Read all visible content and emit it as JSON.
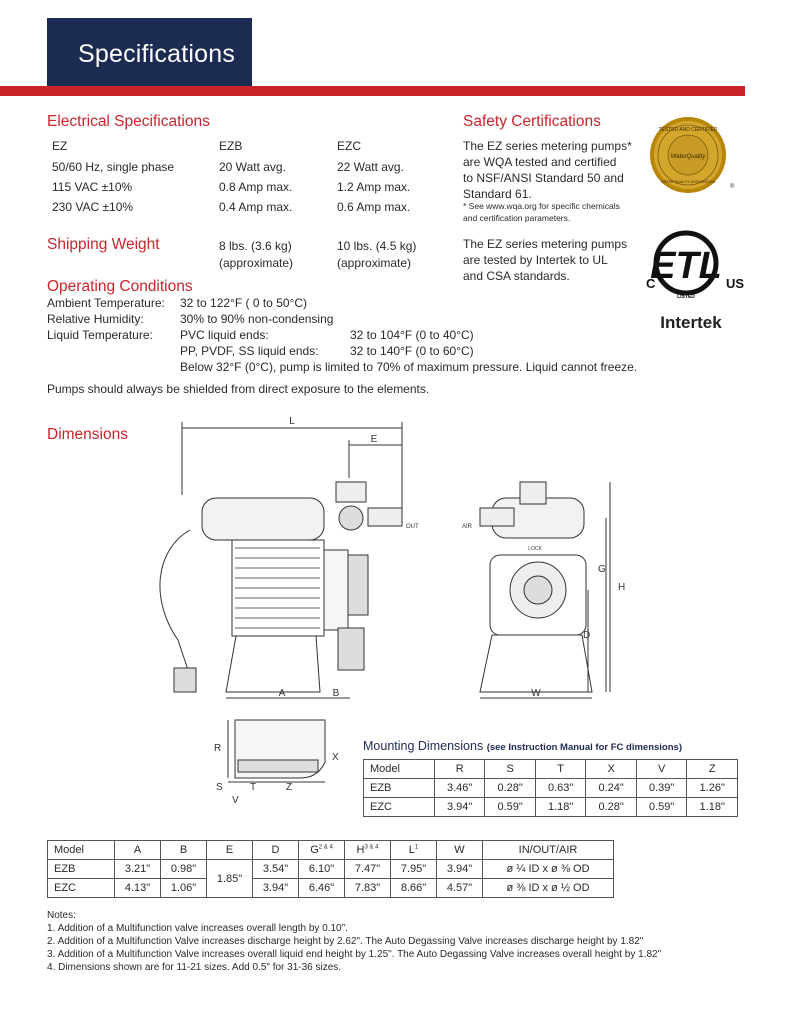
{
  "header": {
    "title": "Specifications"
  },
  "electrical": {
    "heading": "Electrical Specifications",
    "col1": [
      "EZ",
      "50/60 Hz, single phase",
      "115 VAC ±10%",
      "230 VAC ±10%"
    ],
    "col2": [
      "EZB",
      "20 Watt avg.",
      "0.8 Amp max.",
      "0.4 Amp max."
    ],
    "col3": [
      "EZC",
      "22 Watt avg.",
      "1.2 Amp max.",
      "0.6 Amp max."
    ]
  },
  "shipping": {
    "heading": "Shipping Weight",
    "ezb": "8 lbs. (3.6 kg)",
    "ezb_note": "(approximate)",
    "ezc": "10 lbs. (4.5 kg)",
    "ezc_note": "(approximate)"
  },
  "operating": {
    "heading": "Operating Conditions",
    "ambient_label": "Ambient Temperature:",
    "ambient_value": "32 to 122°F ( 0 to 50°C)",
    "humidity_label": "Relative Humidity:",
    "humidity_value": "30% to 90% non-condensing",
    "liquid_label": "Liquid Temperature:",
    "pvc_label": "PVC liquid ends:",
    "pvc_value": "32 to 104°F (0 to 40°C)",
    "pp_label": "PP, PVDF, SS liquid ends:",
    "pp_value": "32 to 140°F (0 to 60°C)",
    "below_note": "Below 32°F (0°C), pump is limited to 70% of maximum pressure. Liquid cannot freeze."
  },
  "shield_note": "Pumps should always be shielded from direct exposure to the elements.",
  "safety": {
    "heading": "Safety Certifications",
    "p1": [
      "The EZ series metering pumps*",
      "are WQA tested and certified",
      "to NSF/ANSI Standard 50 and",
      "Standard 61."
    ],
    "footnote": [
      "* See www.wqa.org for specific chemicals",
      "and certification parameters."
    ],
    "p2": [
      "The EZ series metering pumps",
      "are tested by Intertek to UL",
      "and CSA standards."
    ],
    "seal_top": "TESTED AND CERTIFIED",
    "seal_mid": "WaterQuality",
    "seal_bottom": "WATER QUALITY ASSOCIATION",
    "etl": "ETL",
    "etl_c": "C",
    "etl_us": "US",
    "etl_listed": "LISTED",
    "intertek": "Intertek",
    "registered": "®"
  },
  "dimensions": {
    "heading": "Dimensions",
    "labels": {
      "L": "L",
      "E": "E",
      "A": "A",
      "B": "B",
      "G": "G",
      "H": "H",
      "D": "D",
      "W": "W",
      "out": "OUT",
      "air": "AIR",
      "R": "R",
      "X": "X",
      "S": "S",
      "T": "T",
      "Z": "Z",
      "V": "V",
      "lock": "LOCK"
    }
  },
  "mounting": {
    "heading": "Mounting Dimensions",
    "subheading": "(see Instruction Manual for FC dimensions)",
    "headers": [
      "Model",
      "R",
      "S",
      "T",
      "X",
      "V",
      "Z"
    ],
    "rows": [
      [
        "EZB",
        "3.46\"",
        "0.28\"",
        "0.63\"",
        "0.24\"",
        "0.39\"",
        "1.26\""
      ],
      [
        "EZC",
        "3.94\"",
        "0.59\"",
        "1.18\"",
        "0.28\"",
        "0.59\"",
        "1.18\""
      ]
    ]
  },
  "dims_table": {
    "headers": [
      "Model",
      "A",
      "B",
      "E",
      "D",
      "G",
      "H",
      "L",
      "W",
      "IN/OUT/AIR"
    ],
    "sup": {
      "G": "2 & 4",
      "H": "3 & 4",
      "L": "1"
    },
    "e_shared": "1.85\"",
    "rows": [
      [
        "EZB",
        "3.21\"",
        "0.98\"",
        "3.54\"",
        "6.10\"",
        "7.47\"",
        "7.95\"",
        "3.94\"",
        "ø ¼ ID x ø ⅜ OD"
      ],
      [
        "EZC",
        "4.13\"",
        "1.06\"",
        "3.94\"",
        "6.46\"",
        "7.83\"",
        "8.66\"",
        "4.57\"",
        "ø ⅜ ID x ø ½ OD"
      ]
    ]
  },
  "notes": {
    "title": "Notes:",
    "items": [
      "1.   Addition of a Multifunction valve increases overall length by 0.10\".",
      "2.   Addition of a Multifunction Valve increases discharge height by 2.62\". The Auto Degassing Valve increases discharge height by 1.82\"",
      "3.   Addition of a Multifunction Valve increases overall liquid end height by 1.25\". The Auto Degassing Valve increases overall height by 1.82\"",
      "4.   Dimensions shown are for 11-21 sizes. Add 0.5\" for 31-36 sizes."
    ]
  }
}
